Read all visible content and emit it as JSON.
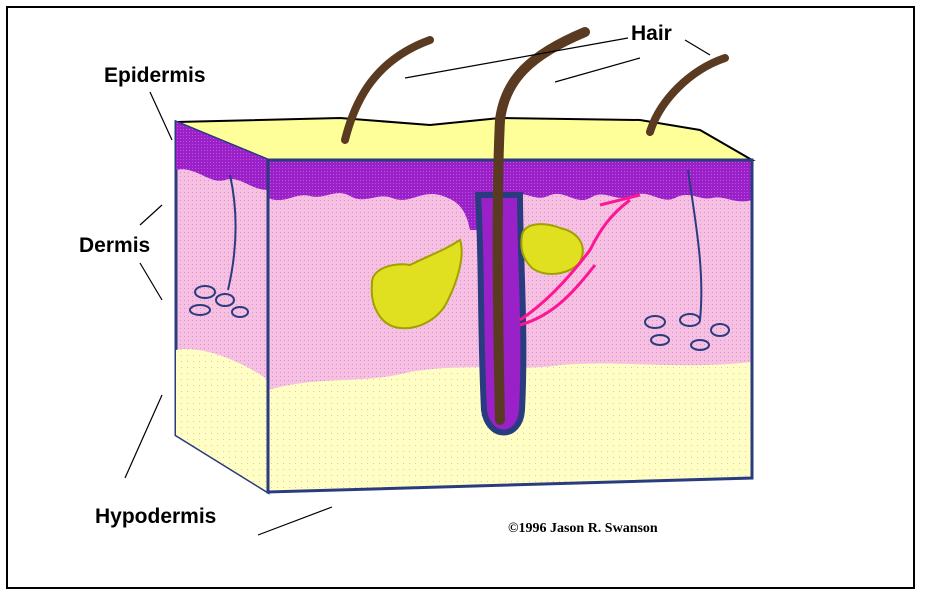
{
  "labels": {
    "hair": "Hair",
    "epidermis": "Epidermis",
    "dermis": "Dermis",
    "hypodermis": "Hypodermis"
  },
  "copyright": "©1996 Jason R. Swanson",
  "colors": {
    "epidermis_top": "#ffff99",
    "epidermis": "#a020c0",
    "dermis": "#f4b4dc",
    "hypodermis": "#ffffc0",
    "outline": "#2a3c80",
    "hair": "#5a3a20",
    "gland": "#e0e020",
    "nerve": "#ff1493"
  }
}
